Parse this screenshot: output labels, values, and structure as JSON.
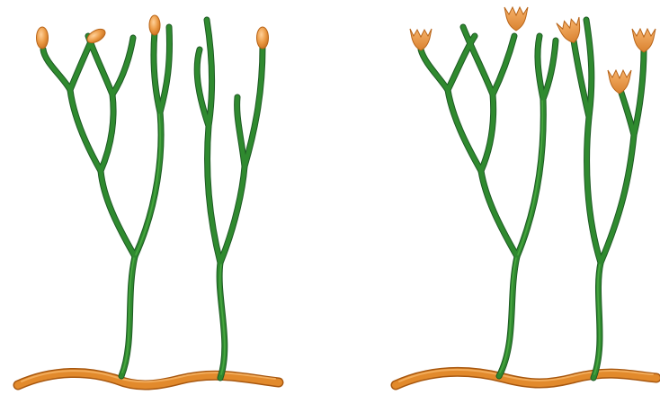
{
  "image": {
    "panels": [
      {
        "name": "left-plant-panel",
        "sporangia": "closed"
      },
      {
        "name": "right-plant-panel",
        "sporangia": "open"
      }
    ],
    "colors": {
      "stem": "#2f8a2f",
      "stem_shadow": "#1e5a24",
      "rhizome": "#e28a2c",
      "sporangium": "#e89a47",
      "background": "#ffffff"
    }
  }
}
